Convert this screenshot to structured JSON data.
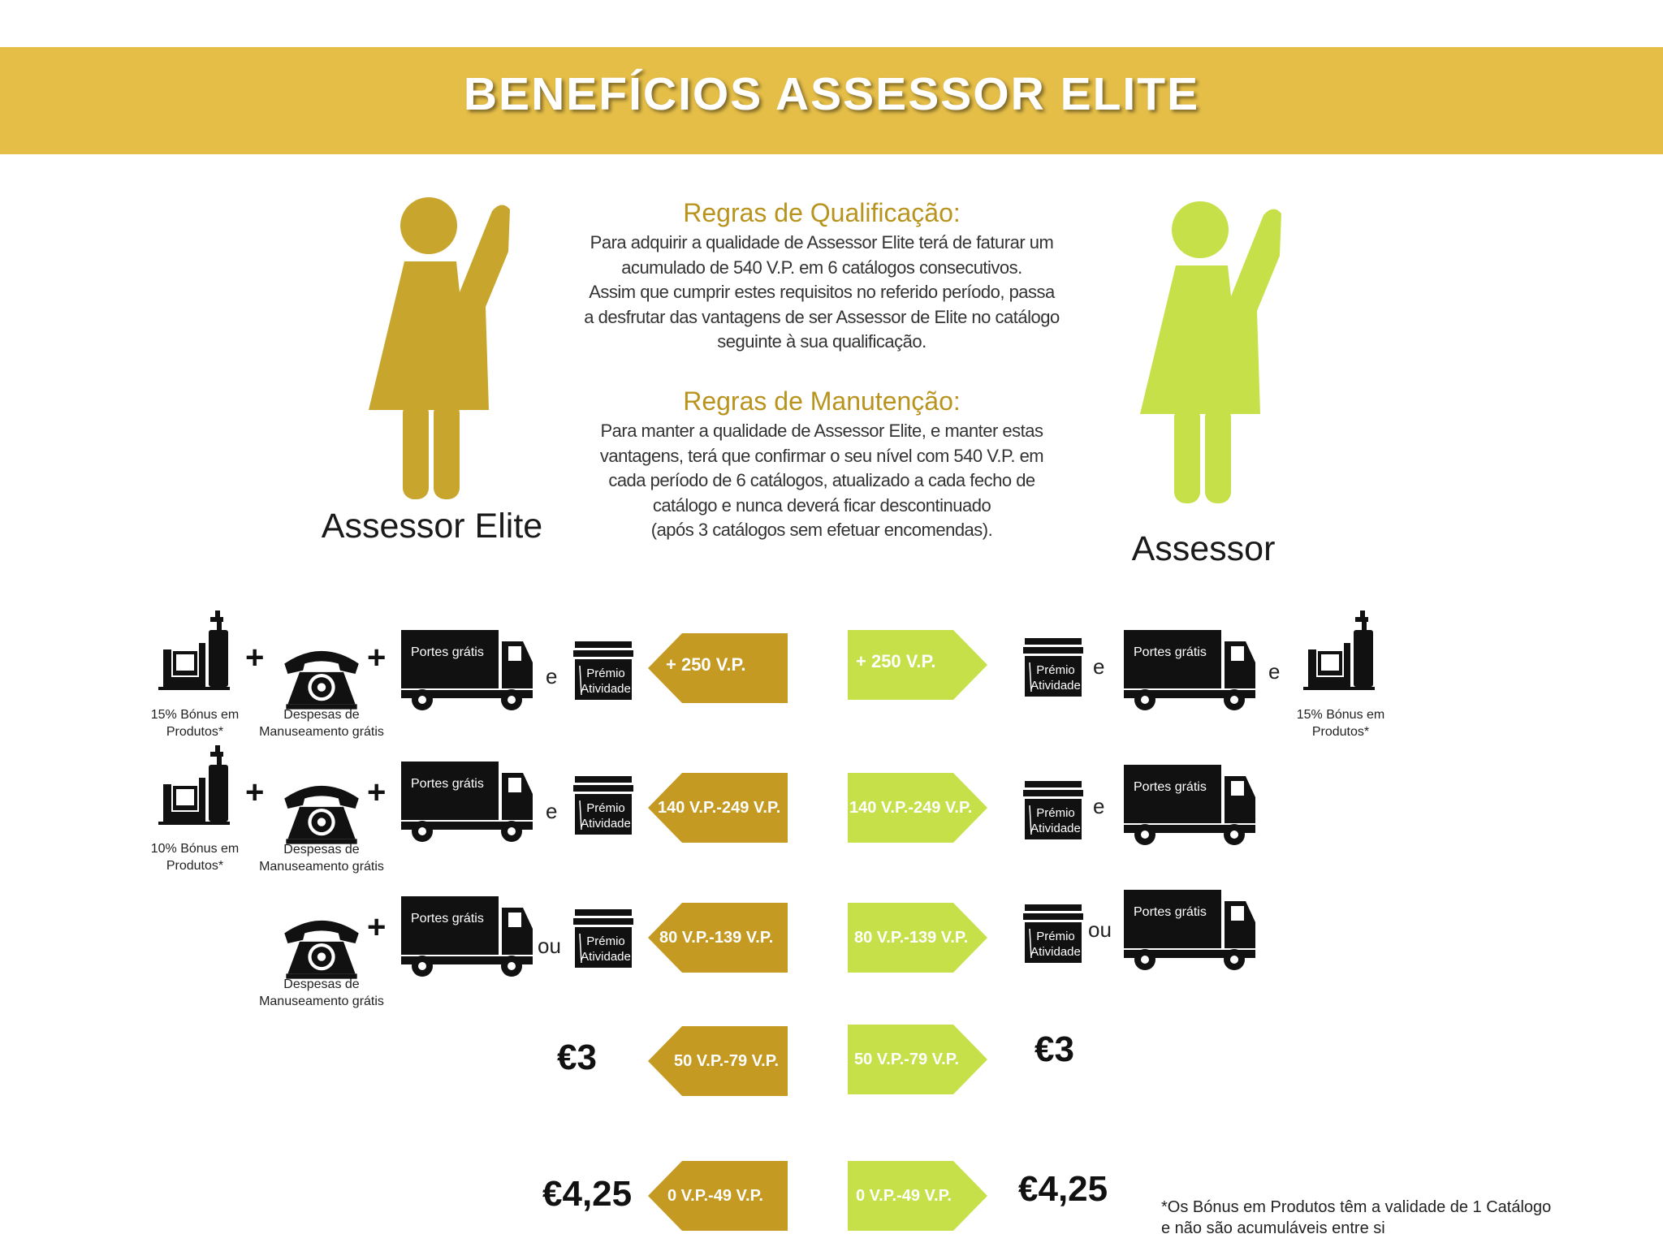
{
  "header": {
    "title": "BENEFÍCIOS ASSESSOR ELITE"
  },
  "qualification": {
    "title": "Regras de Qualificação:",
    "lines": [
      "Para adquirir a qualidade de Assessor Elite terá de faturar um",
      "acumulado de 540 V.P. em 6 catálogos consecutivos.",
      "Assim que cumprir estes requisitos no referido período, passa",
      "a desfrutar das vantagens de ser Assessor de Elite no catálogo",
      "seguinte à sua qualificação."
    ]
  },
  "maintenance": {
    "title": "Regras de Manutenção:",
    "lines": [
      "Para manter a qualidade de Assessor Elite, e manter estas",
      "vantagens, terá que confirmar o seu nível com 540 V.P. em",
      "cada período de 6 catálogos, atualizado a cada fecho de",
      "catálogo e nunca deverá ficar descontinuado",
      "(após 3 catálogos sem efetuar encomendas)."
    ]
  },
  "figures": {
    "elite_label": "Assessor Elite",
    "assessor_label": "Assessor"
  },
  "icons": {
    "truck_text": "Portes grátis",
    "premio_line1": "Prémio",
    "premio_line2": "Atividade"
  },
  "captions": {
    "bonus15": [
      "15% Bónus em",
      "Produtos*"
    ],
    "bonus10": [
      "10% Bónus em",
      "Produtos*"
    ],
    "despesas": [
      "Despesas de",
      "Manuseamento grátis"
    ]
  },
  "symbols": {
    "plus": "+",
    "and": "e",
    "or": "ou"
  },
  "tiers": [
    {
      "label": "+ 250 V.P.",
      "elite_fee": "",
      "assessor_fee": ""
    },
    {
      "label": "140 V.P.-249 V.P.",
      "elite_fee": "",
      "assessor_fee": ""
    },
    {
      "label": "80 V.P.-139 V.P.",
      "elite_fee": "",
      "assessor_fee": ""
    },
    {
      "label": "50 V.P.-79 V.P.",
      "elite_fee": "€3",
      "assessor_fee": "€3"
    },
    {
      "label": "0 V.P.-49 V.P.",
      "elite_fee": "€4,25",
      "assessor_fee": "€4,25"
    }
  ],
  "footnote": {
    "line1": "*Os Bónus em Produtos têm a validade de 1 Catálogo",
    "line2": "e não são acumuláveis entre si"
  },
  "colors": {
    "banner": "#e5be48",
    "elite": "#c49a22",
    "assessor": "#c6e04a",
    "title_gold": "#b8941f"
  }
}
